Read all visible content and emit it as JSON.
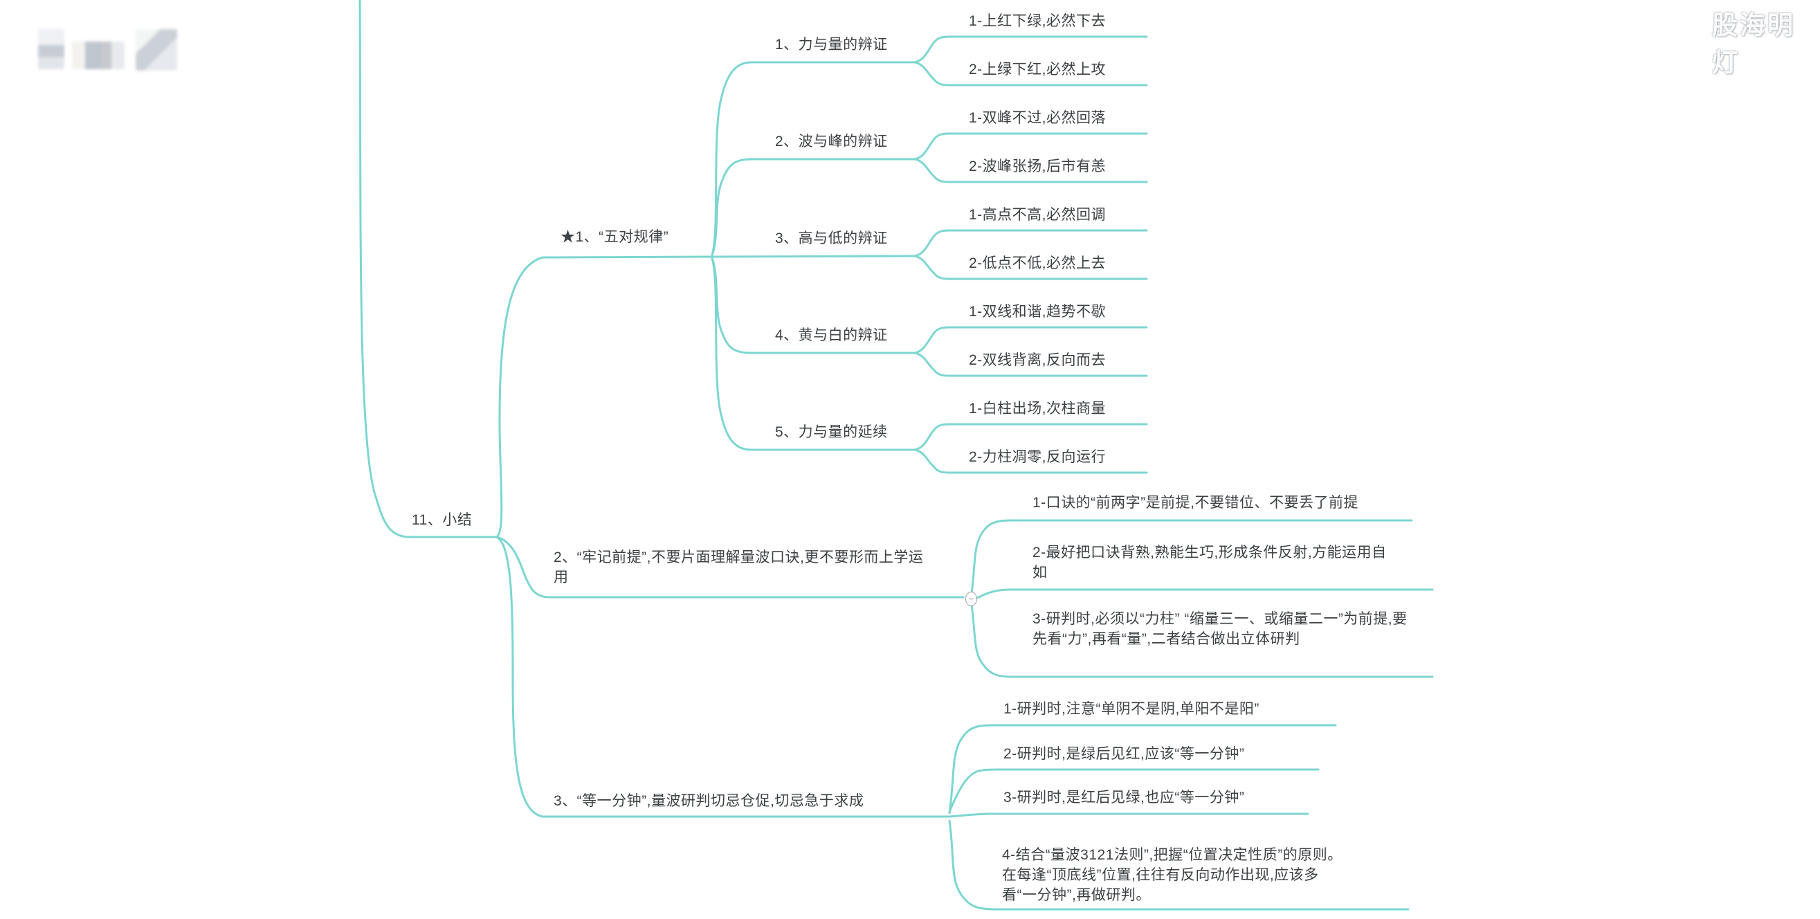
{
  "watermark": {
    "text": "股海明灯"
  },
  "colors": {
    "line": "#7cd6d0",
    "text": "#3d4144",
    "watermark": "#fbfbfb"
  },
  "root": {
    "label": "11、小结"
  },
  "branches": [
    {
      "label": "★1、“五对规律”",
      "children": [
        {
          "label": "1、力与量的辨证",
          "children": [
            {
              "label": "1-上红下绿,必然下去"
            },
            {
              "label": "2-上绿下红,必然上攻"
            }
          ]
        },
        {
          "label": "2、波与峰的辨证",
          "children": [
            {
              "label": "1-双峰不过,必然回落"
            },
            {
              "label": "2-波峰张扬,后市有恙"
            }
          ]
        },
        {
          "label": "3、高与低的辨证",
          "children": [
            {
              "label": "1-高点不高,必然回调"
            },
            {
              "label": "2-低点不低,必然上去"
            }
          ]
        },
        {
          "label": "4、黄与白的辨证",
          "children": [
            {
              "label": "1-双线和谐,趋势不歇"
            },
            {
              "label": "2-双线背离,反向而去"
            }
          ]
        },
        {
          "label": "5、力与量的延续",
          "children": [
            {
              "label": "1-白柱出场,次柱商量"
            },
            {
              "label": "2-力柱凋零,反向运行"
            }
          ]
        }
      ]
    },
    {
      "label": "2、“牢记前提”,不要片面理解量波口诀,更不要形而上学运用",
      "collapse_label": "−",
      "children": [
        {
          "label": "1-口诀的“前两字”是前提,不要错位、不要丢了前提"
        },
        {
          "label": "2-最好把口诀背熟,熟能生巧,形成条件反射,方能运用自如"
        },
        {
          "label": "3-研判时,必须以“力柱” “缩量三一、或缩量二一”为前提,要先看“力”,再看“量”,二者结合做出立体研判"
        }
      ]
    },
    {
      "label": "3、“等一分钟”,量波研判切忌仓促,切忌急于求成",
      "children": [
        {
          "label": "1-研判时,注意“单阴不是阴,单阳不是阳”"
        },
        {
          "label": "2-研判时,是绿后见红,应该“等一分钟”"
        },
        {
          "label": "3-研判时,是红后见绿,也应“等一分钟”"
        },
        {
          "label": "4-结合“量波3121法则”,把握“位置决定性质”的原则。在每逢“顶底线”位置,往往有反向动作出现,应该多看“一分钟”,再做研判。"
        }
      ]
    }
  ]
}
